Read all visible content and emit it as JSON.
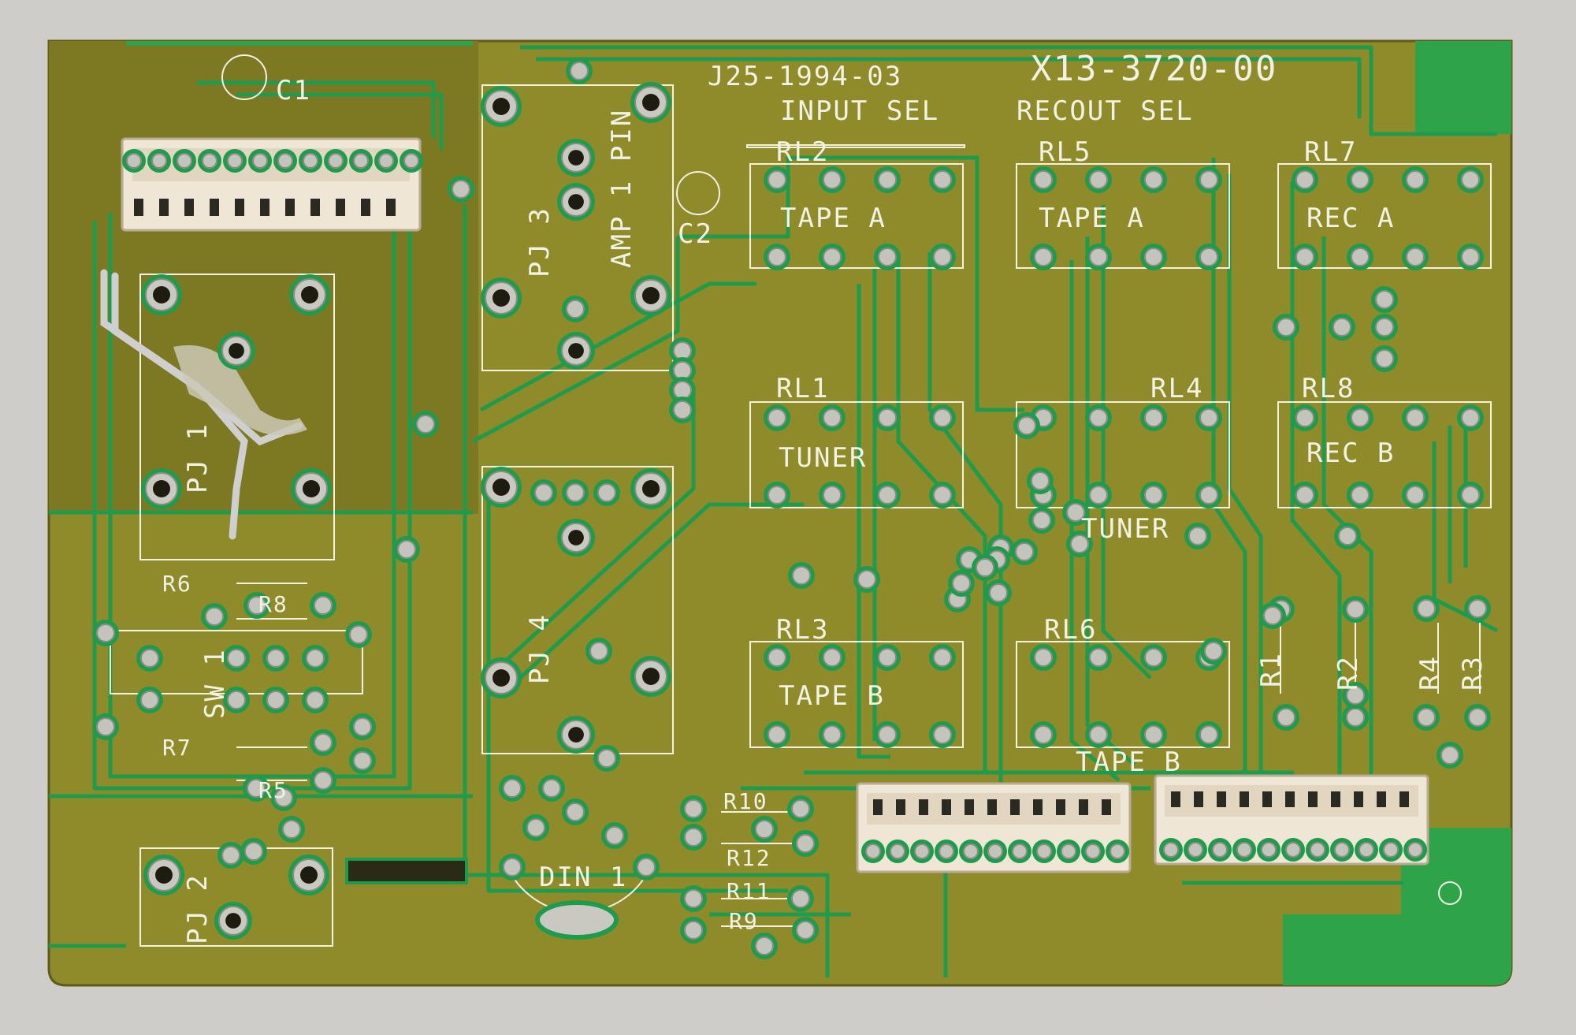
{
  "photo": {
    "subject": "printed circuit board, solder side",
    "colors": {
      "background": "#cfcdc9",
      "board": "#8f8a2a",
      "board_dark": "#6f6b1f",
      "solder_mask_green": "#2fa34a",
      "trace": "#1f9b4e",
      "silkscreen": "#f1f1e4",
      "solder": "#c9c9c2",
      "connector": "#efe6d6"
    }
  },
  "labels": {
    "part_number_1": "J25-1994-03",
    "part_number_2": "X13-3720-00",
    "input_sel": "INPUT SEL",
    "recout_sel": "RECOUT SEL",
    "rl2": "RL2",
    "rl5": "RL5",
    "rl7": "RL7",
    "rl1": "RL1",
    "rl4": "RL4",
    "rl8": "RL8",
    "rl3": "RL3",
    "rl6": "RL6",
    "tape_a_1": "TAPE A",
    "tape_a_2": "TAPE A",
    "rec_a": "REC A",
    "tuner_1": "TUNER",
    "tuner_2": "TUNER",
    "rec_b": "REC B",
    "tape_b_1": "TAPE B",
    "tape_b_2": "TAPE B",
    "c1": "C1",
    "c2": "C2",
    "amp1_pin": "AMP 1 PIN",
    "pj3": "PJ 3",
    "pj4": "PJ 4",
    "pj1": "PJ 1",
    "pj2": "PJ 2",
    "sw1": "SW 1",
    "r1": "R1",
    "r2": "R2",
    "r3": "R3",
    "r4": "R4",
    "r5": "R5",
    "r6": "R6",
    "r7": "R7",
    "r8": "R8",
    "r9": "R9",
    "r10": "R10",
    "r11": "R11",
    "r12": "R12",
    "din1": "DIN 1"
  }
}
